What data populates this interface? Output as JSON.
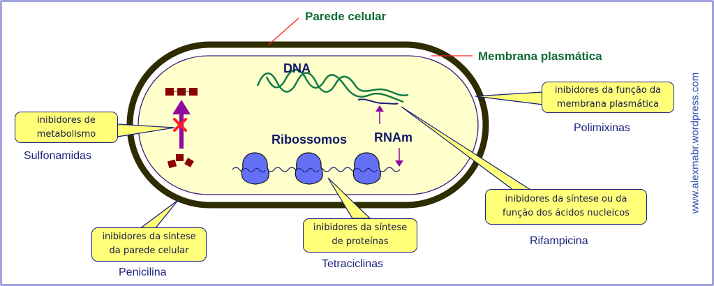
{
  "structures": {
    "cell_wall": "Parede celular",
    "plasma_membrane": "Membrana plasmática",
    "dna": "DNA",
    "ribosomes": "Ribossomos",
    "mrna": "RNAm"
  },
  "callouts": [
    {
      "id": "metabolism",
      "lines": [
        "inibidores de",
        "metabolismo"
      ],
      "drug": "Sulfonamidas"
    },
    {
      "id": "membrane",
      "lines": [
        "inibidores da função da",
        "membrana plasmática"
      ],
      "drug": "Polimixinas"
    },
    {
      "id": "nucleic",
      "lines": [
        "inibidores da síntese ou da",
        "função dos ácidos nucleicos"
      ],
      "drug": "Rifampicina"
    },
    {
      "id": "protein",
      "lines": [
        "inibidores da síntese",
        "de proteínas"
      ],
      "drug": "Tetraciclinas"
    },
    {
      "id": "wall",
      "lines": [
        "inibidores da síntese",
        "da parede celular"
      ],
      "drug": "Penicilina"
    }
  ],
  "watermark": "www.alexmabr.wordpress.com",
  "colors": {
    "cell_wall": "#2e2c00",
    "cytoplasm": "#ffffcc",
    "membrane": "#3a1a7a",
    "dna": "#137a45",
    "ribosome": "#6470f5",
    "arrow": "#8e0aa0",
    "block": "#8b0000",
    "inhibit_x": "#ff2020",
    "pointer": "#ff2020",
    "bubble": "#ffff79",
    "frame": "#a3a3e0"
  }
}
